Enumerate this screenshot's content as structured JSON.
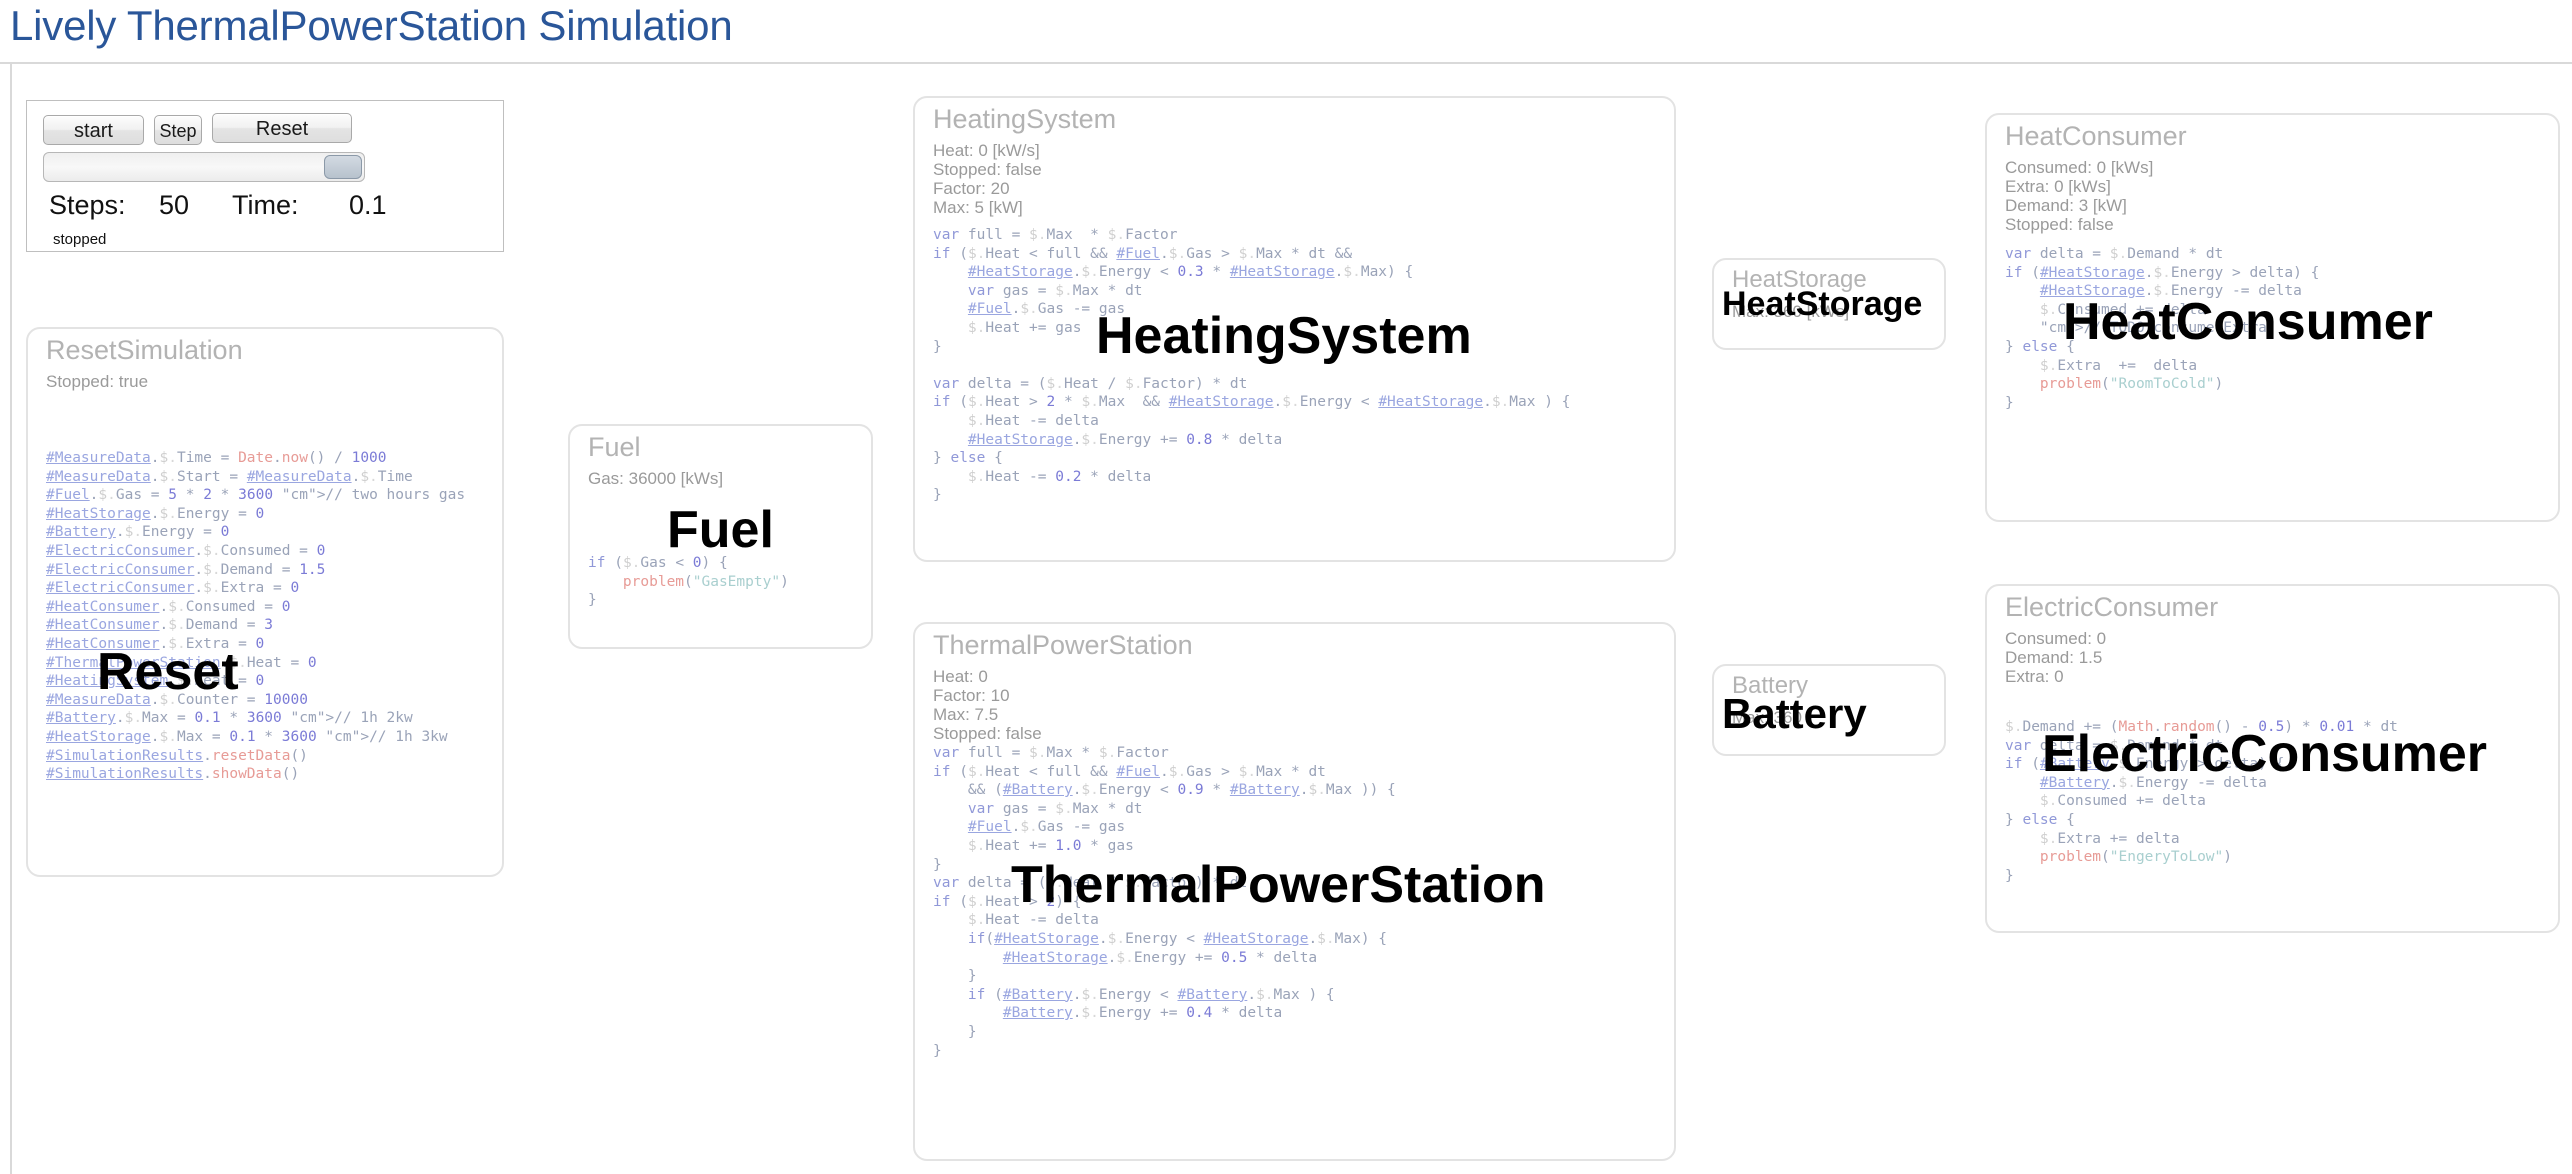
{
  "page": {
    "title": "Lively ThermalPowerStation Simulation",
    "title_color": "#2a5699"
  },
  "control_panel": {
    "start_label": "start",
    "step_label": "Step",
    "reset_label": "Reset",
    "slider_value": 100,
    "steps_label": "Steps:",
    "steps_value": "50",
    "time_label": "Time:",
    "time_value": "0.1",
    "status": "stopped"
  },
  "cards": {
    "reset_simulation": {
      "title": "ResetSimulation",
      "props": "Stopped: true",
      "watermark": "Reset",
      "code": "#MeasureData.$.Time = Date.now() / 1000\n#MeasureData.$.Start = #MeasureData.$.Time\n#Fuel.$.Gas = 5 * 2 * 3600 // two hours gas\n#HeatStorage.$.Energy = 0\n#Battery.$.Energy = 0\n#ElectricConsumer.$.Consumed = 0\n#ElectricConsumer.$.Demand = 1.5\n#ElectricConsumer.$.Extra = 0\n#HeatConsumer.$.Consumed = 0\n#HeatConsumer.$.Demand = 3\n#HeatConsumer.$.Extra = 0\n#ThermalPowerStation.$.Heat = 0\n#HeatingSystem.$.Heat = 0\n#MeasureData.$.Counter = 10000\n#Battery.$.Max = 0.1 * 3600 // 1h 2kw\n#HeatStorage.$.Max = 0.1 * 3600 // 1h 3kw\n#SimulationResults.resetData()\n#SimulationResults.showData()"
    },
    "fuel": {
      "title": "Fuel",
      "props": "Gas: 36000 [kWs]",
      "watermark": "Fuel",
      "code": "if ($.Gas < 0) {\n    problem(\"GasEmpty\")\n}"
    },
    "heating_system": {
      "title": "HeatingSystem",
      "props": "Heat: 0 [kW/s]\nStopped: false\nFactor: 20\nMax: 5 [kW]",
      "watermark": "HeatingSystem",
      "code": "var full = $.Max  * $.Factor\nif ($.Heat < full && #Fuel.$.Gas > $.Max * dt &&\n    #HeatStorage.$.Energy < 0.3 * #HeatStorage.$.Max) {\n    var gas = $.Max * dt\n    #Fuel.$.Gas -= gas\n    $.Heat += gas\n}\n\nvar delta = ($.Heat / $.Factor) * dt\nif ($.Heat > 2 * $.Max  && #HeatStorage.$.Energy < #HeatStorage.$.Max ) {\n    $.Heat -= delta\n    #HeatStorage.$.Energy += 0.8 * delta\n} else {\n    $.Heat -= 0.2 * delta\n}"
    },
    "thermal_power_station": {
      "title": "ThermalPowerStation",
      "props": "Heat: 0\nFactor: 10\nMax: 7.5\nStopped: false",
      "watermark": "ThermalPowerStation",
      "code": "var full = $.Max * $.Factor\nif ($.Heat < full && #Fuel.$.Gas > $.Max * dt\n    && (#Battery.$.Energy < 0.9 * #Battery.$.Max )) {\n    var gas = $.Max * dt\n    #Fuel.$.Gas -= gas\n    $.Heat += 1.0 * gas\n}\nvar delta = ($.Heat / $.Factor) * dt\nif ($.Heat > 2) {\n    $.Heat -= delta\n    if(#HeatStorage.$.Energy < #HeatStorage.$.Max) {\n        #HeatStorage.$.Energy += 0.5 * delta\n    }\n    if (#Battery.$.Energy < #Battery.$.Max ) {\n        #Battery.$.Energy += 0.4 * delta\n    }\n}"
    },
    "heat_storage": {
      "title": "HeatStorage",
      "props": "Max: 360 [kWs]",
      "watermark": "HeatStorage",
      "code": ""
    },
    "battery": {
      "title": "Battery",
      "props": "Max: 360",
      "watermark": "Battery",
      "code": ""
    },
    "heat_consumer": {
      "title": "HeatConsumer",
      "props": "Consumed: 0 [kWs]\nExtra: 0 [kWs]\nDemand: 3 [kW]\nStopped: false",
      "watermark": "HeatConsumer",
      "code": "var delta = $.Demand * dt\nif (#HeatStorage.$.Energy > delta) {\n    #HeatStorage.$.Energy -= delta\n    $.Consumed += delta\n    // TODO consume Extra\n} else {\n    $.Extra  +=  delta\n    problem(\"RoomToCold\")\n}"
    },
    "electric_consumer": {
      "title": "ElectricConsumer",
      "props": "Consumed: 0\nDemand: 1.5\nExtra: 0",
      "watermark": "ElectricConsumer",
      "code": "$.Demand += (Math.random() - 0.5) * 0.01 * dt\nvar delta = $.Demand * dt\nif (#Battery.$.Energy > delta) {\n    #Battery.$.Energy -= delta\n    $.Consumed += delta\n} else {\n    $.Extra += delta\n    problem(\"EngeryToLow\")\n}"
    }
  }
}
